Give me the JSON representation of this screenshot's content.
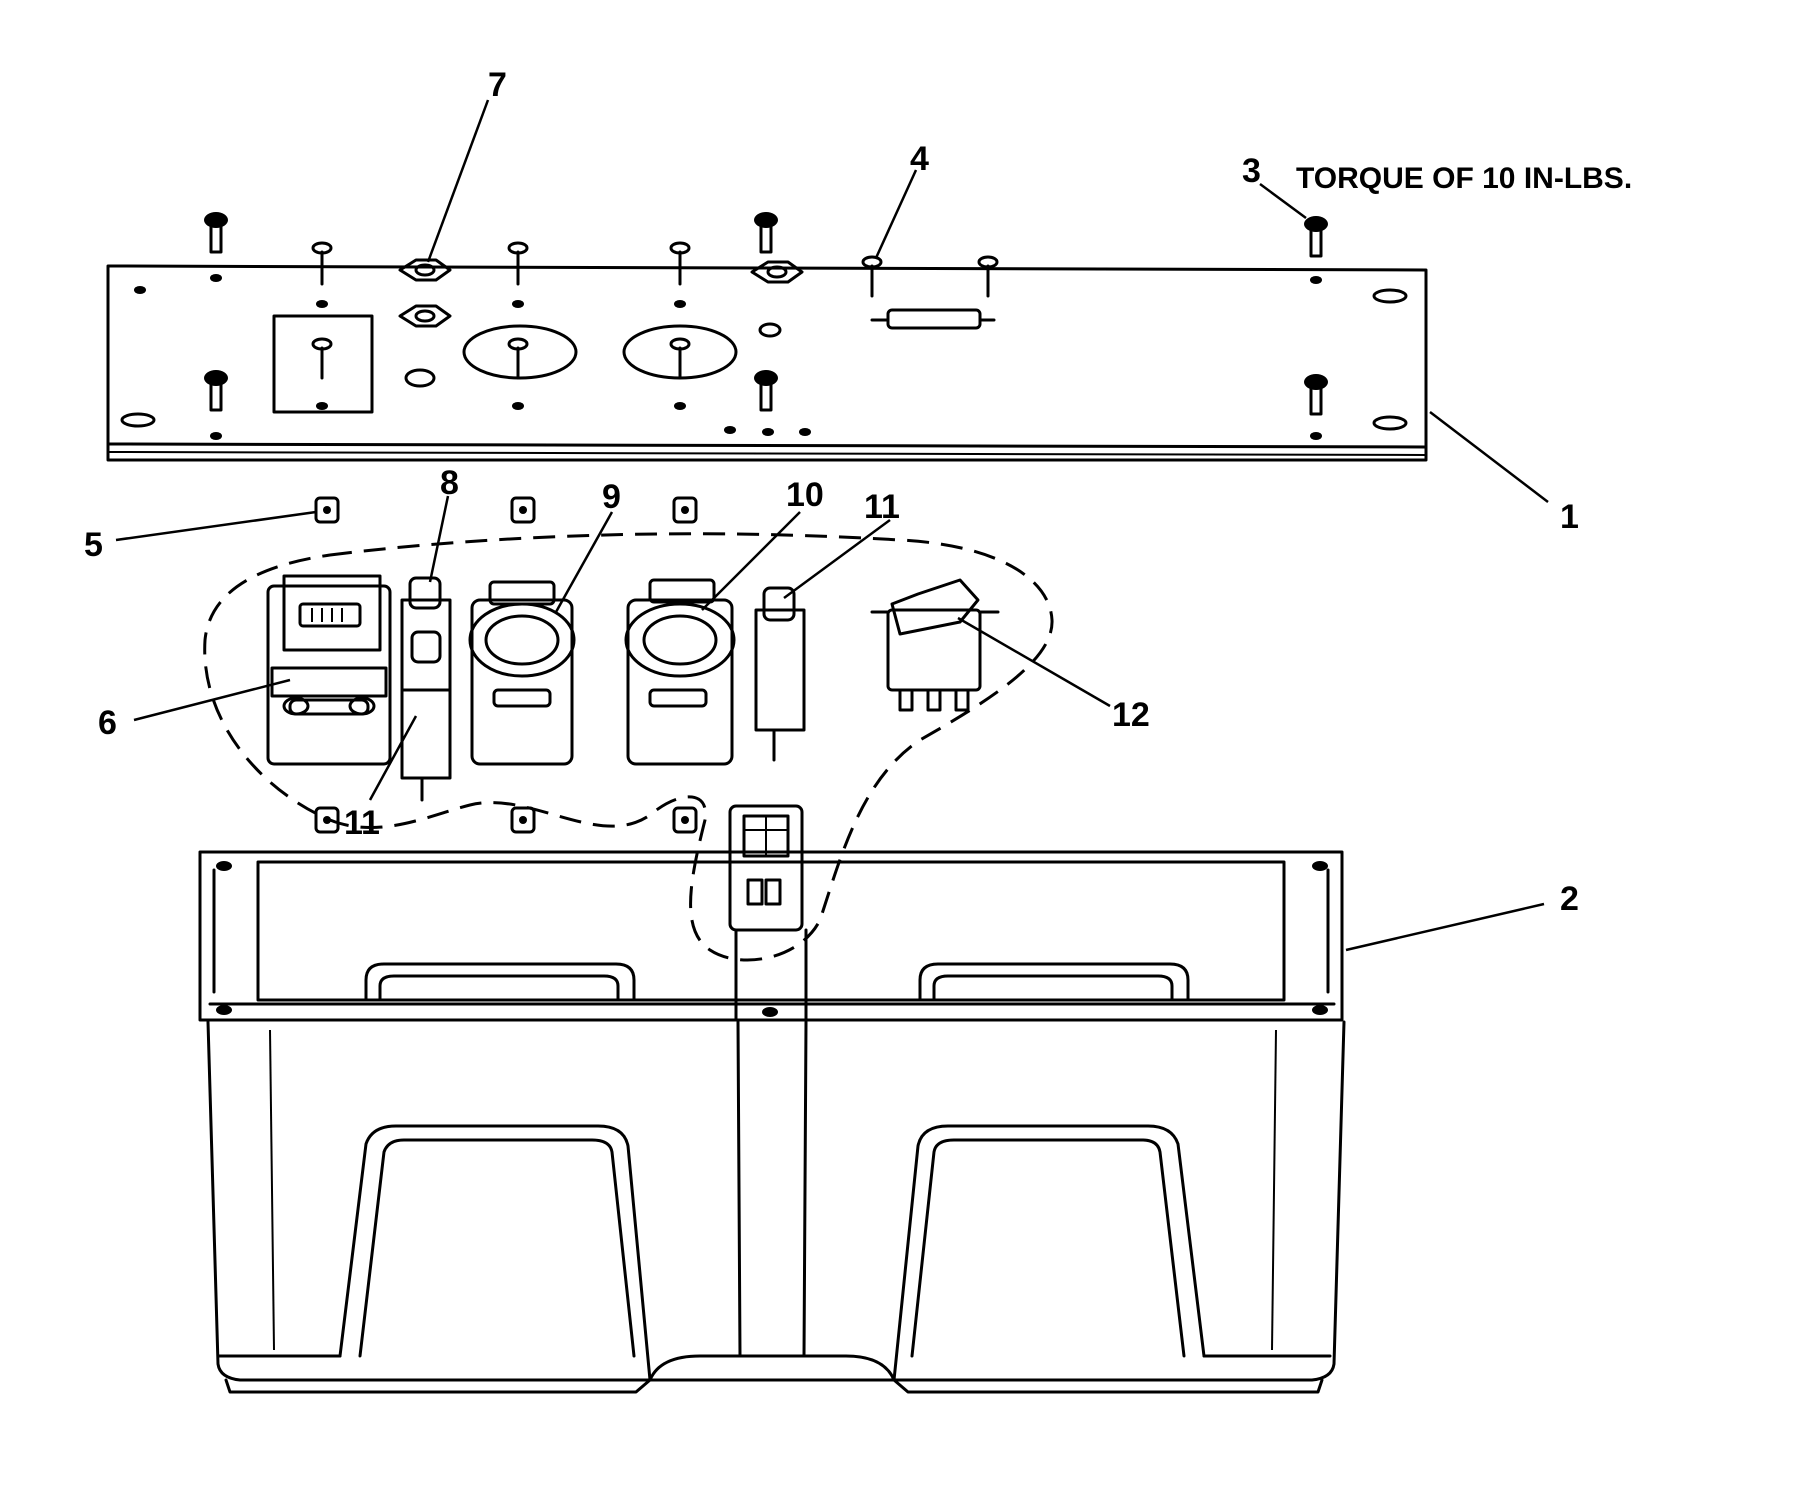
{
  "note": {
    "text": "TORQUE OF 10 IN-LBS."
  },
  "callouts": [
    {
      "id": "1",
      "label": "1"
    },
    {
      "id": "2",
      "label": "2"
    },
    {
      "id": "3",
      "label": "3"
    },
    {
      "id": "4",
      "label": "4"
    },
    {
      "id": "5",
      "label": "5"
    },
    {
      "id": "6",
      "label": "6"
    },
    {
      "id": "7",
      "label": "7"
    },
    {
      "id": "8",
      "label": "8"
    },
    {
      "id": "9",
      "label": "9"
    },
    {
      "id": "10",
      "label": "10"
    },
    {
      "id": "11a",
      "label": "11"
    },
    {
      "id": "11b",
      "label": "11"
    },
    {
      "id": "12",
      "label": "12"
    }
  ]
}
